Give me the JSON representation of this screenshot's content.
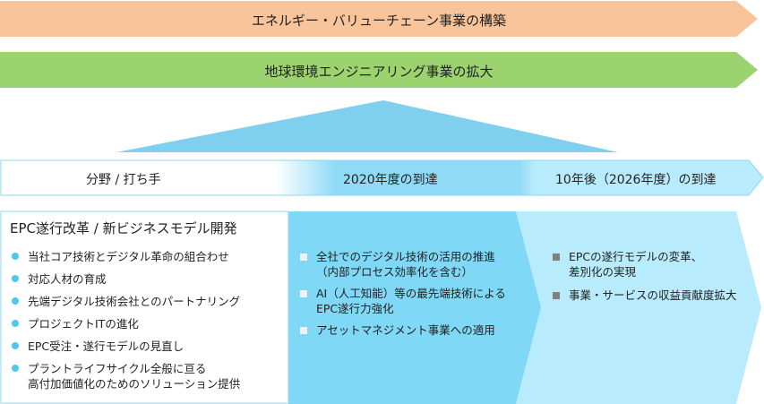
{
  "banners": {
    "top": "エネルギー・バリューチェーン事業の構築",
    "second": "地球環境エンジニアリング事業の拡大"
  },
  "header": {
    "field": "分野 / 打ち手",
    "mid": "2020年度の到達",
    "right": "10年後（2026年度）の到達"
  },
  "left": {
    "title": "EPC遂行改革 / 新ビジネスモデル開発",
    "items": [
      "当社コア技術とデジタル革命の組合わせ",
      "対応人材の育成",
      "先端デジタル技術会社とのパートナリング",
      "プロジェクトITの進化",
      "EPC受注・遂行モデルの見直し",
      [
        "プラントライフサイクル全般に亘る",
        "高付加価値化のためのソリューション提供"
      ]
    ]
  },
  "middle": {
    "items": [
      [
        "全社でのデジタル技術の活用の推進",
        "（内部プロセス効率化を含む）"
      ],
      [
        "AI（人工知能）等の最先端技術による",
        "EPC遂行力強化"
      ],
      "アセットマネジメント事業への適用"
    ]
  },
  "right": {
    "items": [
      [
        "EPCの遂行モデルの変革、",
        "差別化の実現"
      ],
      "事業・サービスの収益貢献度拡大"
    ]
  },
  "colors": {
    "orange": "#f9c499",
    "green": "#9bd36e",
    "blue_mid": "#7fd8f6",
    "blue_light": "#b8ebfb",
    "triangle": "#7fd0ee",
    "dot": "#4fc8ee"
  }
}
